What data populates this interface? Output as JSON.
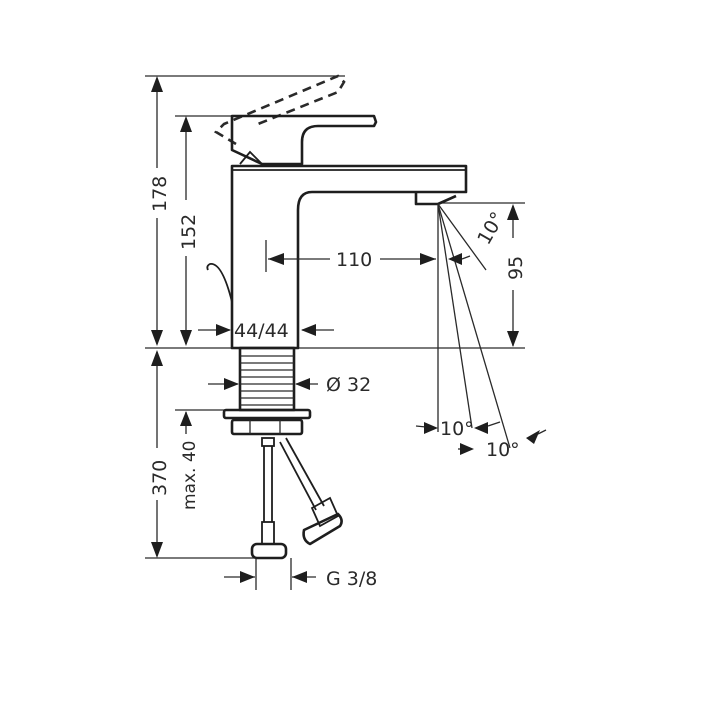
{
  "drawing": {
    "subject": "Single lever basin mixer tap dimension drawing",
    "stroke_color": "#1e1e1e",
    "background": "#ffffff"
  },
  "dimensions": {
    "total_height": "178",
    "body_height": "152",
    "spout_reach": "110",
    "spout_outlet_height": "95",
    "body_width": "44/44",
    "shank_diameter": "Ø 32",
    "total_below_deck": "370",
    "max_deck_thickness": "max. 40",
    "connection_thread": "G 3/8",
    "spray_angle_top": "10°",
    "spray_angle_1": "10°",
    "spray_angle_2": "10°"
  }
}
